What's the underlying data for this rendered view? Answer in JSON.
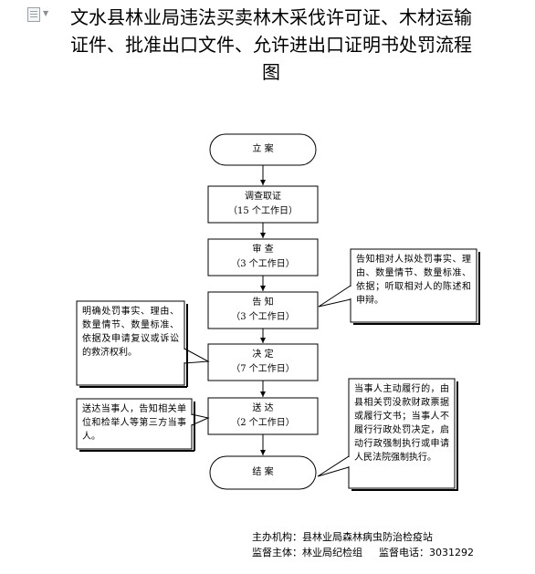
{
  "header": {
    "title": "文水县林业局违法买卖林木采伐许可证、木材运输证件、批准出口文件、允许进出口证明书处罚流程图"
  },
  "flow": {
    "start": "立 案",
    "investigate": {
      "label": "调查取证",
      "days": "（15 个工作日）"
    },
    "review": {
      "label": "审 查",
      "days": "（3 个工作日）"
    },
    "notify": {
      "label": "告 知",
      "days": "（3 个工作日）"
    },
    "decide": {
      "label": "决 定",
      "days": "（7 个工作日）"
    },
    "deliver": {
      "label": "送 达",
      "days": "（2 个工作日）"
    },
    "end": "结 案"
  },
  "notes": {
    "right_top": "告知相对人拟处罚事实、理由、数量情节、数量标准、依据；听取相对人的陈述和申辩。",
    "left_mid": "明确处罚事实、理由、数量情节、数量标准、依据及申请复议或诉讼的救济权利。",
    "left_bottom": "送达当事人，告知相关单位和检举人等第三方当事人。",
    "right_bottom": "当事人主动履行的，由县相关罚没款财政票据或履行文书；当事人不履行行政处罚决定，启动行政强制执行或申请人民法院强制执行。"
  },
  "footer": {
    "organizer": "主办机构：县林业局森林病虫防治检疫站",
    "supervisor": "监督主体：林业局纪检组",
    "phone": "监督电话：3031292"
  }
}
